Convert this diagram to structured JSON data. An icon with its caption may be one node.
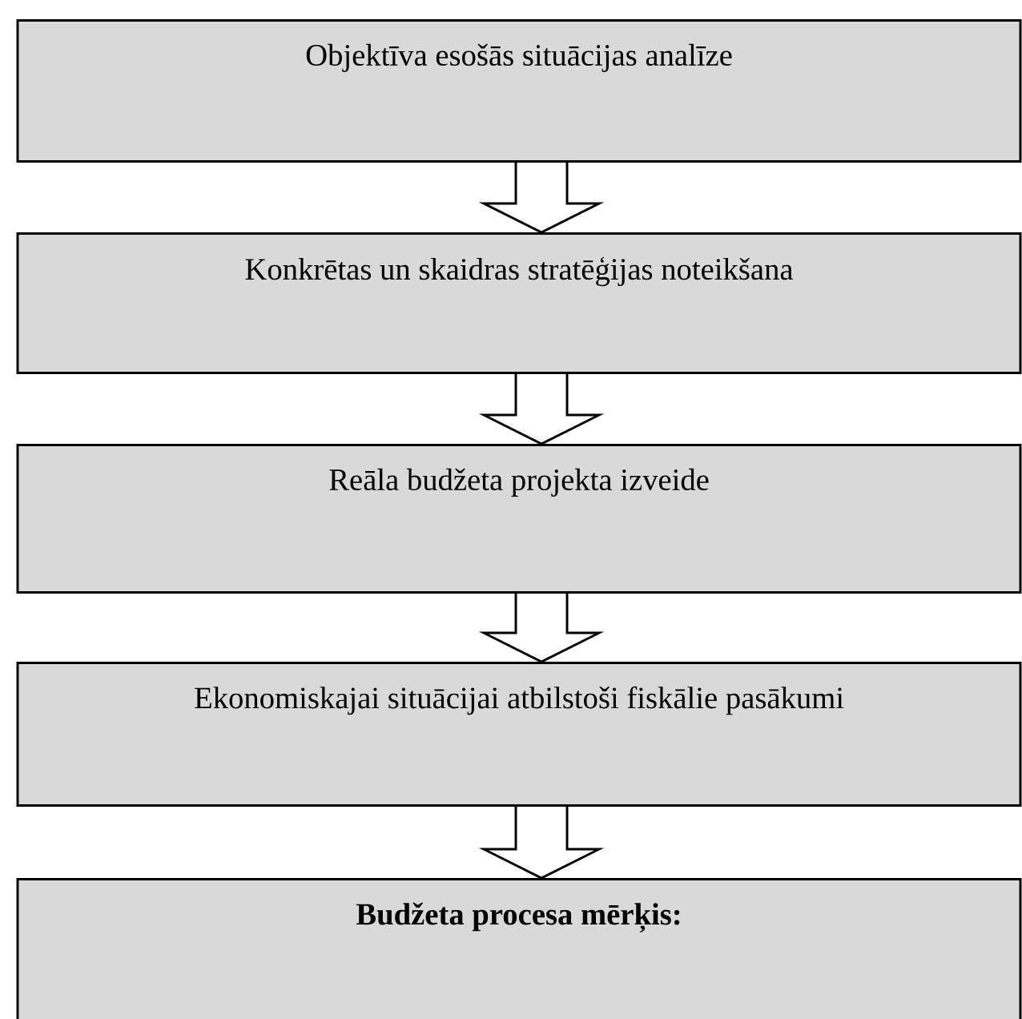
{
  "diagram": {
    "nodes": [
      {
        "text": [
          "Objektīva esošās situācijas analīze"
        ]
      },
      {
        "text": [
          "Konkrētas un skaidras stratēģijas noteikšana"
        ]
      },
      {
        "text": [
          "Reāla budžeta projekta izveide"
        ]
      },
      {
        "text": [
          "Ekonomiskajai situācijai atbilstoši fiskālie pasākumi"
        ]
      },
      {
        "text": [
          "Budžeta procesa mērķis:"
        ]
      }
    ],
    "edges": [
      {
        "from": 0,
        "to": 1,
        "arrow": "to"
      },
      {
        "from": 1,
        "to": 2,
        "arrow": "to"
      },
      {
        "from": 2,
        "to": 3,
        "arrow": "to"
      },
      {
        "from": 3,
        "to": 4,
        "arrow": "to"
      }
    ]
  }
}
